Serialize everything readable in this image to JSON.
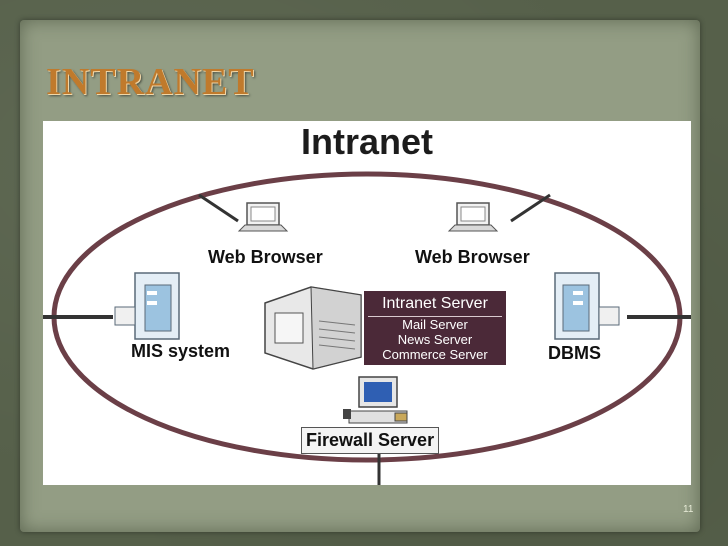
{
  "slide": {
    "title": "INTRANET",
    "page_number": "11"
  },
  "diagram": {
    "title": "Intranet",
    "nodes": {
      "web_browser_left": "Web Browser",
      "web_browser_right": "Web Browser",
      "mis_system": "MIS system",
      "dbms": "DBMS",
      "firewall_server": "Firewall Server"
    },
    "intranet_server": {
      "title": "Intranet Server",
      "services": [
        "Mail Server",
        "News Server",
        "Commerce Server"
      ]
    },
    "colors": {
      "ellipse": "#6b3f47",
      "server_box": "#4b2938",
      "title_accent": "#c07a2c"
    }
  }
}
